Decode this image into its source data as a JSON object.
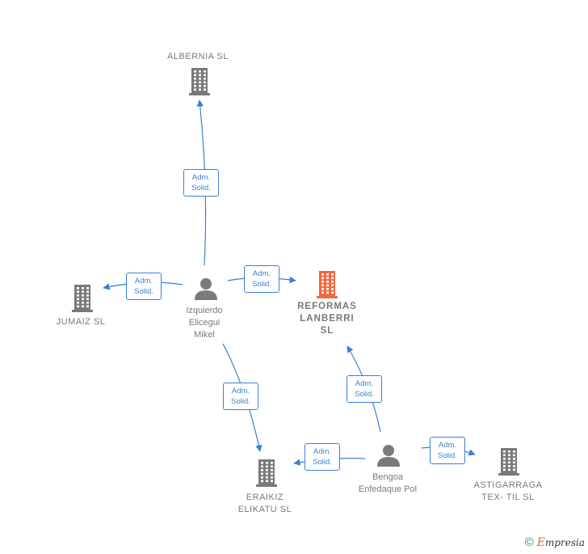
{
  "colors": {
    "edge": "#3a80d4",
    "company": "#7a7a7a",
    "main_company": "#f26a3d",
    "person": "#7a7a7a"
  },
  "nodes": {
    "albernia": {
      "label": "ALBERNIA SL",
      "type": "company"
    },
    "jumaiz": {
      "label": "JUMAIZ SL",
      "type": "company"
    },
    "reformas": {
      "label": "REFORMAS\nLANBERRI\nSL",
      "type": "main-company"
    },
    "eraikiz": {
      "label": "ERAIKIZ\nELIKATU  SL",
      "type": "company"
    },
    "astigarraga": {
      "label": "ASTIGARRAGA\nTEX- TIL SL",
      "type": "company"
    },
    "izquierdo": {
      "label": "Izquierdo\nElicegui\nMikel",
      "type": "person"
    },
    "bengoa": {
      "label": "Bengoa\nEnfedaque Pol",
      "type": "person"
    }
  },
  "edges": [
    {
      "from": "izquierdo",
      "to": "albernia",
      "line1": "Adm.",
      "line2": "Solid."
    },
    {
      "from": "izquierdo",
      "to": "jumaiz",
      "line1": "Adm.",
      "line2": "Solid."
    },
    {
      "from": "izquierdo",
      "to": "reformas",
      "line1": "Adm.",
      "line2": "Solid."
    },
    {
      "from": "izquierdo",
      "to": "eraikiz",
      "line1": "Adm.",
      "line2": "Solid."
    },
    {
      "from": "bengoa",
      "to": "reformas",
      "line1": "Adm.",
      "line2": "Solid."
    },
    {
      "from": "bengoa",
      "to": "eraikiz",
      "line1": "Adm.",
      "line2": "Solid."
    },
    {
      "from": "bengoa",
      "to": "astigarraga",
      "line1": "Adm.",
      "line2": "Solid."
    }
  ],
  "footer": {
    "copyright": "©",
    "brand_first": "E",
    "brand_rest": "mpresia"
  }
}
